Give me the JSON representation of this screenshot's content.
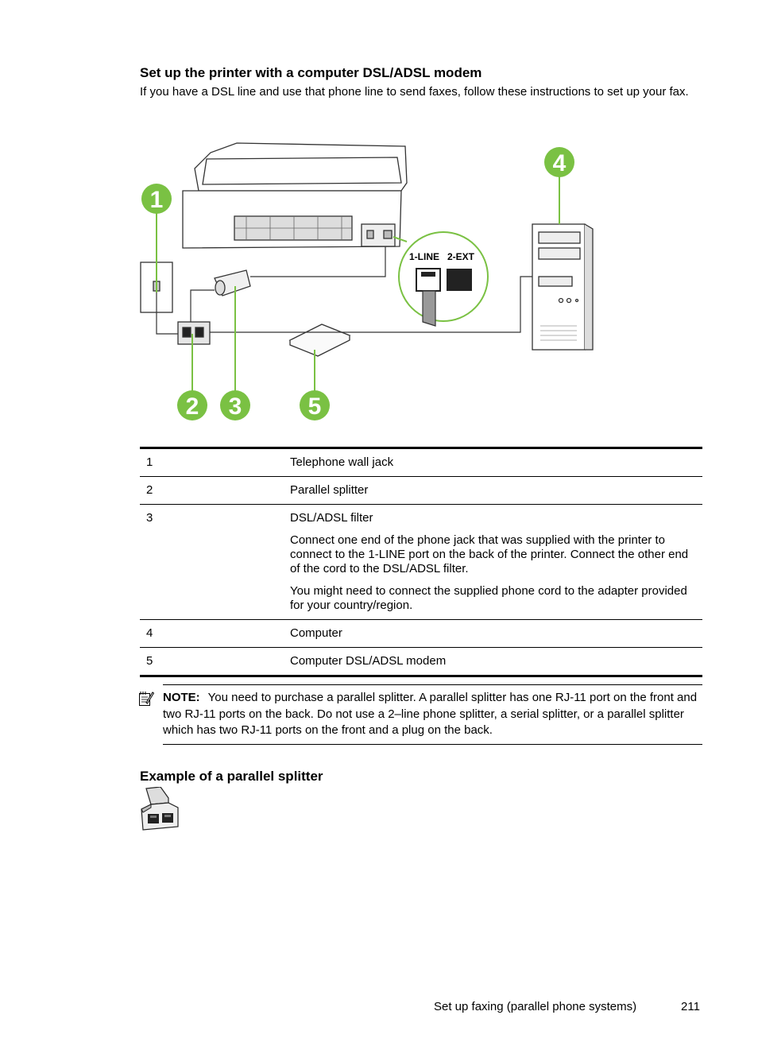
{
  "section1": {
    "title": "Set up the printer with a computer DSL/ADSL modem",
    "intro": "If you have a DSL line and use that phone line to send faxes, follow these instructions to set up your fax."
  },
  "diagram": {
    "callouts": [
      "1",
      "2",
      "3",
      "4",
      "5"
    ],
    "port_labels": [
      "1-LINE",
      "2-EXT"
    ],
    "callout_color": "#7ac143"
  },
  "legend": [
    {
      "num": "1",
      "paras": [
        "Telephone wall jack"
      ]
    },
    {
      "num": "2",
      "paras": [
        "Parallel splitter"
      ]
    },
    {
      "num": "3",
      "paras": [
        "DSL/ADSL filter",
        "Connect one end of the phone jack that was supplied with the printer to connect to the 1-LINE port on the back of the printer. Connect the other end of the cord to the DSL/ADSL filter.",
        "You might need to connect the supplied phone cord to the adapter provided for your country/region."
      ]
    },
    {
      "num": "4",
      "paras": [
        "Computer"
      ]
    },
    {
      "num": "5",
      "paras": [
        "Computer DSL/ADSL modem"
      ]
    }
  ],
  "note": {
    "label": "NOTE:",
    "text": "You need to purchase a parallel splitter. A parallel splitter has one RJ-11 port on the front and two RJ-11 ports on the back. Do not use a 2–line phone splitter, a serial splitter, or a parallel splitter which has two RJ-11 ports on the front and a plug on the back."
  },
  "section2": {
    "title": "Example of a parallel splitter"
  },
  "footer": {
    "section": "Set up faxing (parallel phone systems)",
    "page": "211"
  }
}
